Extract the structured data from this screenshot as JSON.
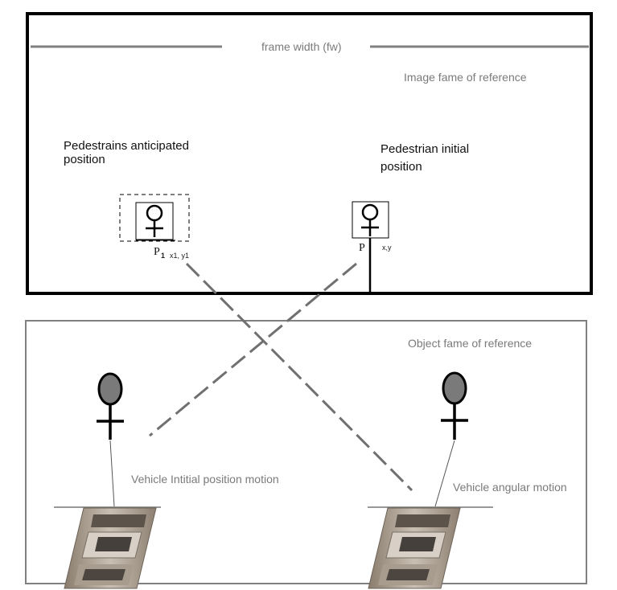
{
  "image_frame": {
    "frame_width_label": "frame width (fw)",
    "label": "Image fame of reference",
    "anticipated_label_line1": "Pedestrains anticipated",
    "anticipated_label_line2": "position",
    "initial_label_line1": "Pedestrian initial",
    "initial_label_line2": "position",
    "p1_symbol": "P",
    "p1_index": "1",
    "p1_coords": "x1, y1",
    "p_symbol": "P",
    "p_coords": "x,y"
  },
  "object_frame": {
    "label": "Object fame of reference",
    "left_motion_label": "Vehicle Intitial position motion",
    "right_motion_label": "Vehicle angular motion"
  },
  "colors": {
    "outer_frame": "#000000",
    "object_frame": "#808080",
    "dashed_line": "#707070",
    "pedestrian_head": "#7a7a7a"
  },
  "icons": [
    "pedestrian-icon",
    "car-icon"
  ]
}
